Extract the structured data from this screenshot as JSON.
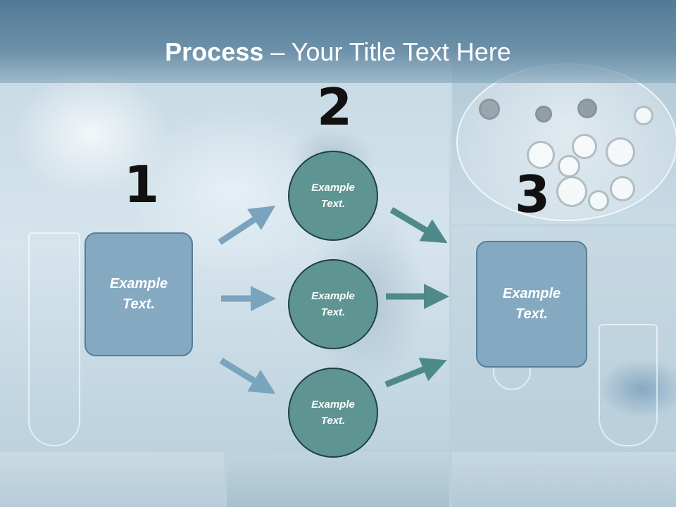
{
  "title": {
    "bold": "Process",
    "rest": " – Your Title Text Here"
  },
  "steps": {
    "one": "1",
    "two": "2",
    "three": "3"
  },
  "boxes": {
    "left": "Example\nText.",
    "right": "Example\nText."
  },
  "circles": {
    "top": "Example\nText.",
    "middle": "Example\nText.",
    "bottom": "Example\nText."
  },
  "colors": {
    "header": "#527a95",
    "box_fill": "#86a9c2",
    "circle_fill": "#5e9492",
    "arrow_left": "#7aa3bd",
    "arrow_right": "#4f8a8a"
  }
}
